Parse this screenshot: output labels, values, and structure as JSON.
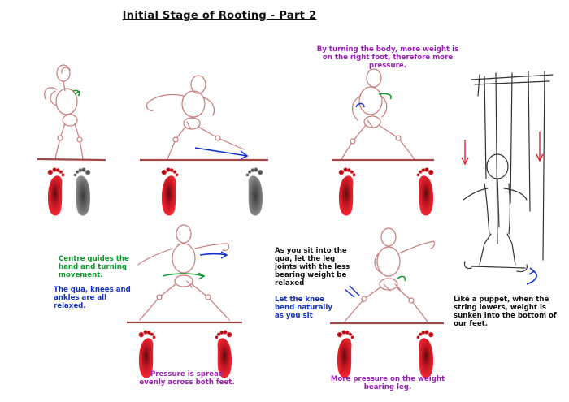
{
  "title": "Initial Stage of Rooting - Part 2",
  "notes": {
    "turning_body": "By turning the body, more weight is on the right foot, therefore more pressure.",
    "centre_guides": "Centre guides the hand and turning movement.",
    "qua_relaxed": "The qua, knees and ankles are all relaxed.",
    "pressure_spread": "Pressure is spread evenly across both feet.",
    "sit_into_qua": "As you sit into the qua, let the leg joints with the less bearing weight be relaxed",
    "knee_bend": "Let the knee bend naturally as you sit",
    "more_pressure": "More pressure on the weight bearing leg.",
    "puppet": "Like a puppet, when the string lowers, weight is sunken into the bottom of our feet."
  },
  "colors": {
    "green": "#0b9a2c",
    "blue": "#1030c8",
    "purple": "#9a1fb8",
    "foot_red": "#e0202a",
    "foot_grey": "#7a7a7a",
    "sketch": "#c97a7a"
  }
}
